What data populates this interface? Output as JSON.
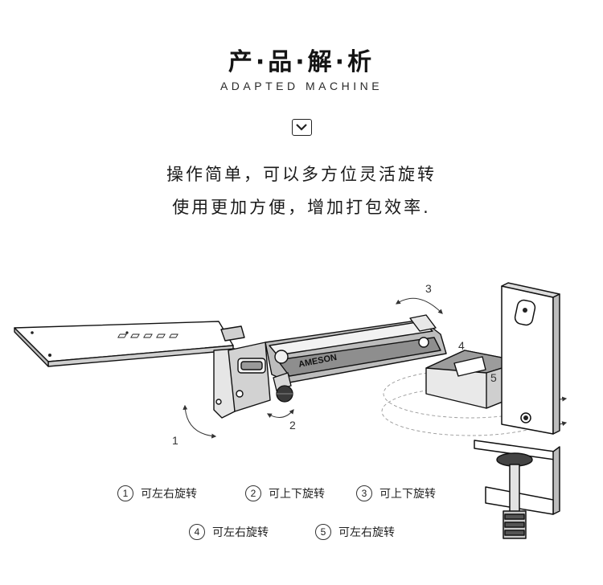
{
  "header": {
    "title": "产·品·解·析",
    "subtitle": "ADAPTED MACHINE",
    "chevron_icon": "chevron-down-icon"
  },
  "description": {
    "line1": "操作简单，可以多方位灵活旋转",
    "line2": "使用更加方便，增加打包效率."
  },
  "diagram": {
    "brand": "AMESON",
    "callouts": [
      "1",
      "2",
      "3",
      "4",
      "5"
    ]
  },
  "legend": [
    {
      "num": "1",
      "label": "可左右旋转"
    },
    {
      "num": "2",
      "label": "可上下旋转"
    },
    {
      "num": "3",
      "label": "可上下旋转"
    },
    {
      "num": "4",
      "label": "可左右旋转"
    },
    {
      "num": "5",
      "label": "可左右旋转"
    }
  ]
}
